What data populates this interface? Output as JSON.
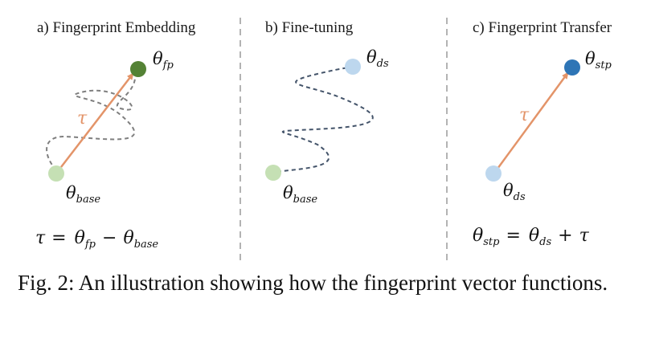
{
  "panels": {
    "a": {
      "title": "a) Fingerprint Embedding",
      "start_label": "base",
      "end_label": "fp",
      "vector_label": "τ"
    },
    "b": {
      "title": "b) Fine-tuning",
      "start_label": "base",
      "end_label": "ds"
    },
    "c": {
      "title": "c) Fingerprint Transfer",
      "start_label": "ds",
      "end_label": "stp",
      "vector_label": "τ"
    }
  },
  "formulas": {
    "a": {
      "lhs": "τ",
      "eq": "=",
      "theta1_sub": "fp",
      "op": "−",
      "theta2_sub": "base"
    },
    "c": {
      "theta1_sub": "stp",
      "eq": "=",
      "theta2_sub": "ds",
      "op": "+",
      "rhs": "τ"
    }
  },
  "symbols": {
    "theta": "θ"
  },
  "caption": "Fig. 2: An illustration showing how the fingerprint vector functions.",
  "colors": {
    "arrow": "#E39469",
    "dashed": "#7f7f7f",
    "dashed_blue": "#44546A",
    "node_light_green": "#C5E0B4",
    "node_dark_green": "#548235",
    "node_light_blue": "#BDD7EE",
    "node_dark_blue": "#2E75B6",
    "divider": "#b3b3b3"
  }
}
